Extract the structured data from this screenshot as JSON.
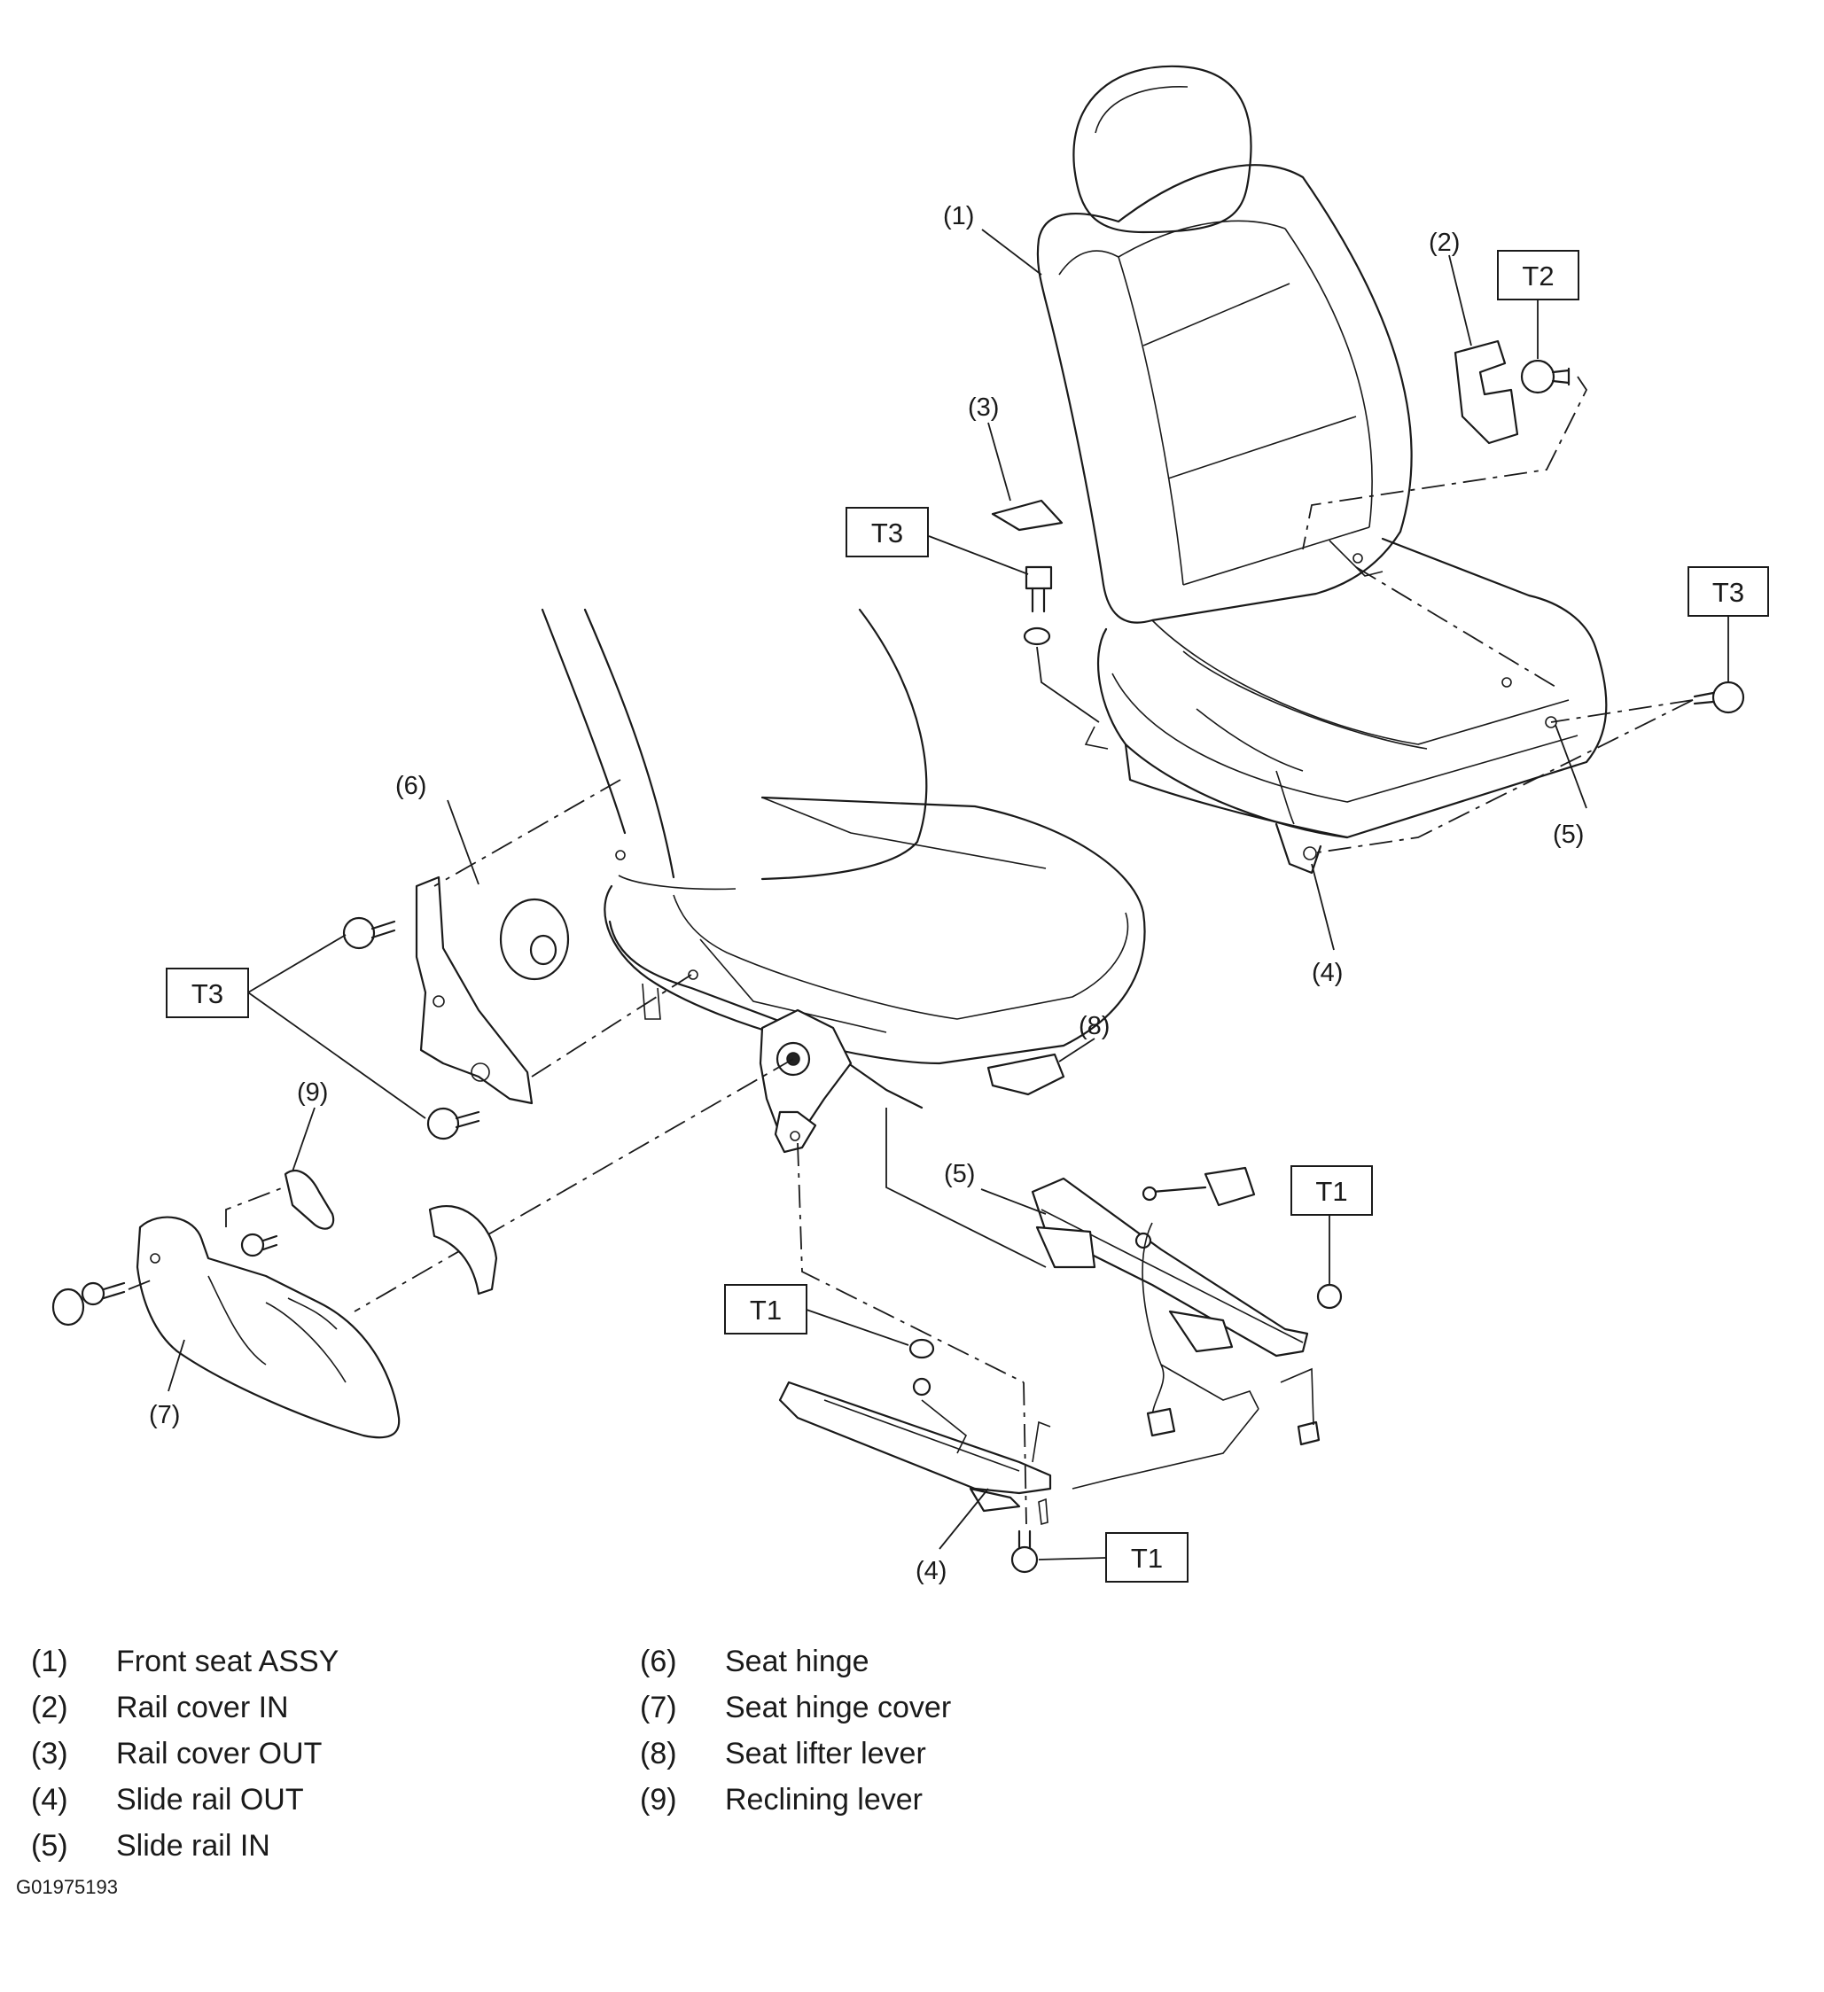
{
  "callouts": {
    "c1": "(1)",
    "c2": "(2)",
    "c3": "(3)",
    "c4_top": "(4)",
    "c5_top": "(5)",
    "c6": "(6)",
    "c7": "(7)",
    "c8": "(8)",
    "c9": "(9)",
    "c5_bottom": "(5)",
    "c4_bottom": "(4)"
  },
  "torque_tags": {
    "t2": "T2",
    "t3_upper": "T3",
    "t3_right": "T3",
    "t3_left": "T3",
    "t1_right": "T1",
    "t1_mid": "T1",
    "t1_bottom": "T1"
  },
  "legend": [
    {
      "num": "(1)",
      "name": "Front seat ASSY"
    },
    {
      "num": "(2)",
      "name": "Rail cover IN"
    },
    {
      "num": "(3)",
      "name": "Rail cover OUT"
    },
    {
      "num": "(4)",
      "name": "Slide rail OUT"
    },
    {
      "num": "(5)",
      "name": "Slide rail IN"
    },
    {
      "num": "(6)",
      "name": "Seat hinge"
    },
    {
      "num": "(7)",
      "name": "Seat hinge cover"
    },
    {
      "num": "(8)",
      "name": "Seat lifter lever"
    },
    {
      "num": "(9)",
      "name": "Reclining lever"
    }
  ],
  "figure_code": "G01975193"
}
